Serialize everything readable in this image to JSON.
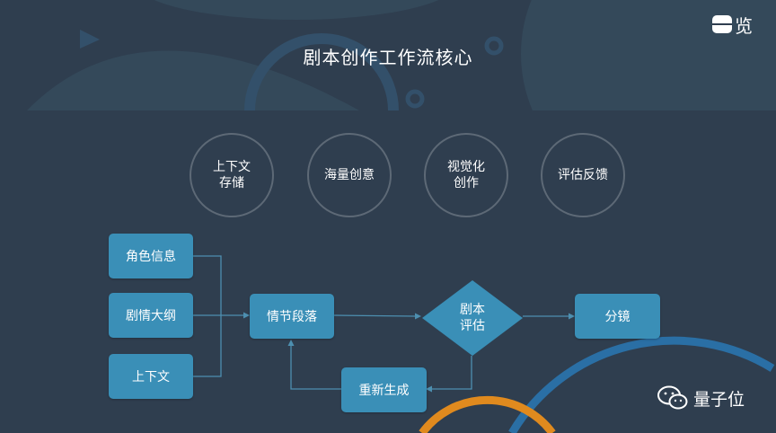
{
  "header": {
    "title": "剧本创作工作流核心",
    "logo_text": "览"
  },
  "core_items": [
    {
      "line1": "上下文",
      "line2": "存储"
    },
    {
      "line1": "海量创意",
      "line2": ""
    },
    {
      "line1": "视觉化",
      "line2": "创作"
    },
    {
      "line1": "评估反馈",
      "line2": ""
    }
  ],
  "flow": {
    "inputs": [
      "角色信息",
      "剧情大纲",
      "上下文"
    ],
    "plot_segment": "情节段落",
    "evaluate_line1": "剧本",
    "evaluate_line2": "评估",
    "storyboard": "分镜",
    "regenerate": "重新生成"
  },
  "watermark": {
    "text": "量子位",
    "icon": "wechat-icon"
  },
  "colors": {
    "background": "#2f3e4f",
    "box": "#3a8fb7",
    "connector": "#4d8fb0",
    "circle_border": "#5d6976",
    "accent_orange": "#e08a1e",
    "accent_blue": "#2a6fa5"
  }
}
